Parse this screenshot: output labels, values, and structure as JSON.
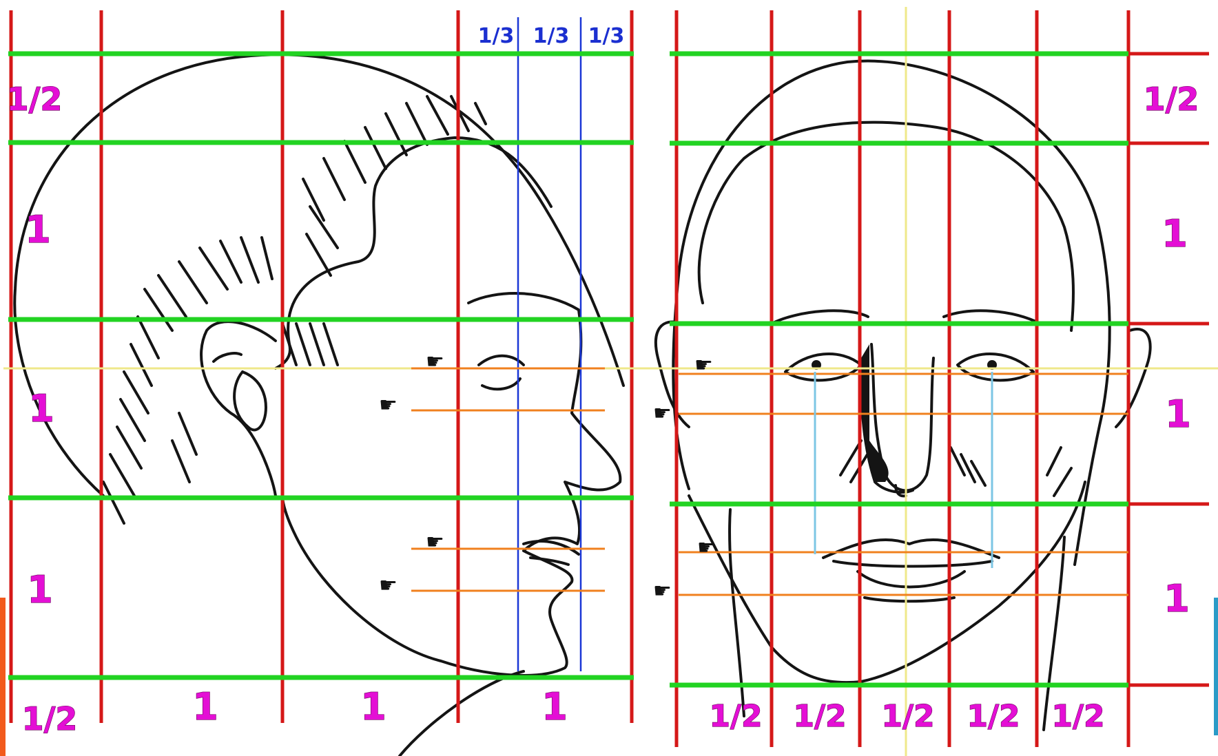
{
  "profile": {
    "top_thirds": [
      "1/3",
      "1/3",
      "1/3"
    ],
    "left_labels": [
      "1/2",
      "1",
      "1",
      "1"
    ],
    "bottom_labels": [
      "1/2",
      "1",
      "1",
      "1"
    ]
  },
  "front": {
    "right_labels": [
      "1/2",
      "1",
      "1",
      "1"
    ],
    "bottom_labels": [
      "1/2",
      "1/2",
      "1/2",
      "1/2",
      "1/2"
    ]
  },
  "colors": {
    "grid_vertical": "#d51818",
    "grid_horizontal": "#22d322",
    "feature_lines": "#f0801e",
    "center_lines": "#efe88a",
    "thirds_lines": "#1a37d6",
    "eye_lines": "#7cc6e4",
    "labels": "#e40fd5"
  }
}
